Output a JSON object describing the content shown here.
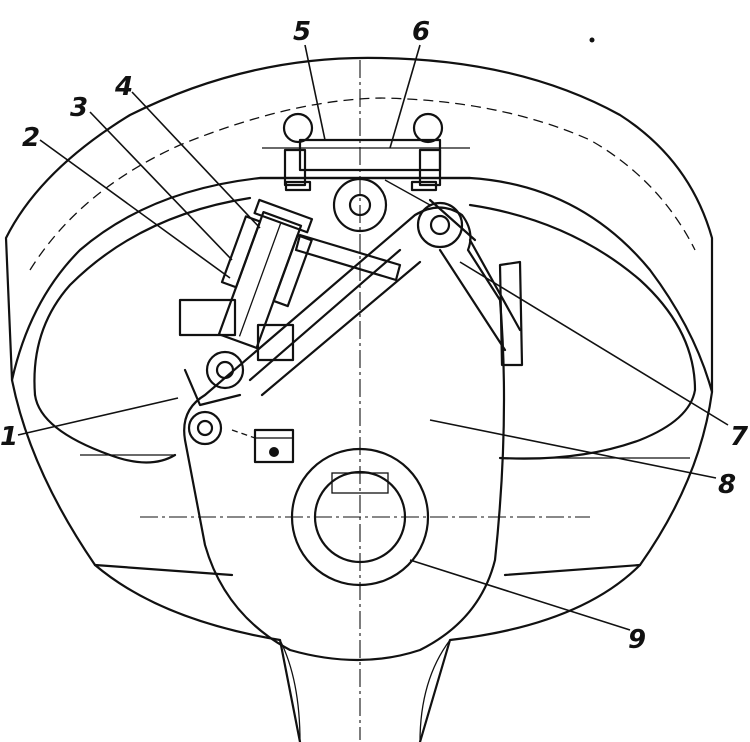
{
  "figure": {
    "callouts": [
      {
        "id": "1",
        "text": "1"
      },
      {
        "id": "2",
        "text": "2"
      },
      {
        "id": "3",
        "text": "3"
      },
      {
        "id": "4",
        "text": "4"
      },
      {
        "id": "5",
        "text": "5"
      },
      {
        "id": "6",
        "text": "6"
      },
      {
        "id": "7",
        "text": "7"
      },
      {
        "id": "8",
        "text": "8"
      },
      {
        "id": "9",
        "text": "9"
      }
    ],
    "colors": {
      "ink": "#111111",
      "paper": "#ffffff"
    }
  }
}
